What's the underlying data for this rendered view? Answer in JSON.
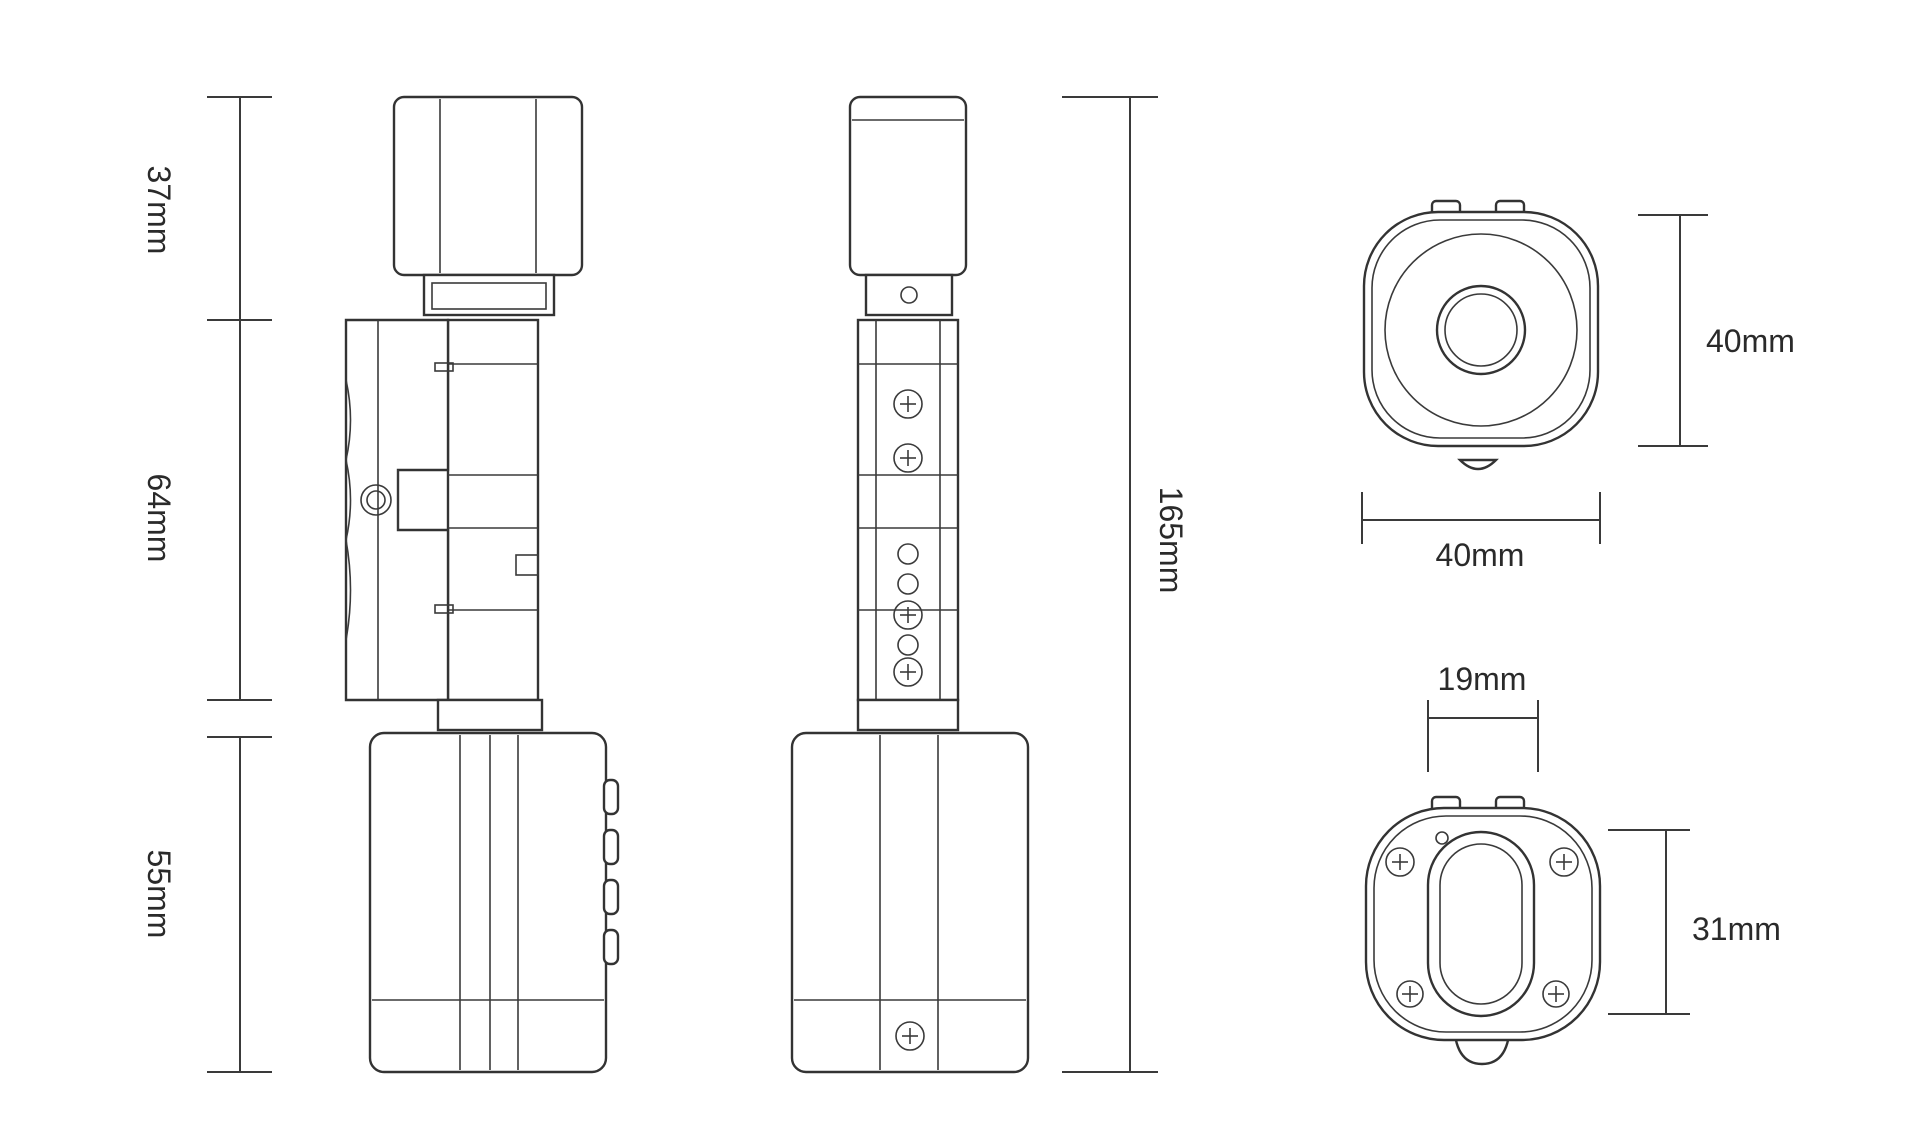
{
  "dimensions": {
    "top_length": "37mm",
    "middle_length": "64mm",
    "bottom_length": "55mm",
    "total_length": "165mm",
    "front_height": "40mm",
    "front_width": "40mm",
    "back_gap": "19mm",
    "back_height": "31mm"
  },
  "colors": {
    "line": "#333333",
    "background": "#ffffff"
  }
}
